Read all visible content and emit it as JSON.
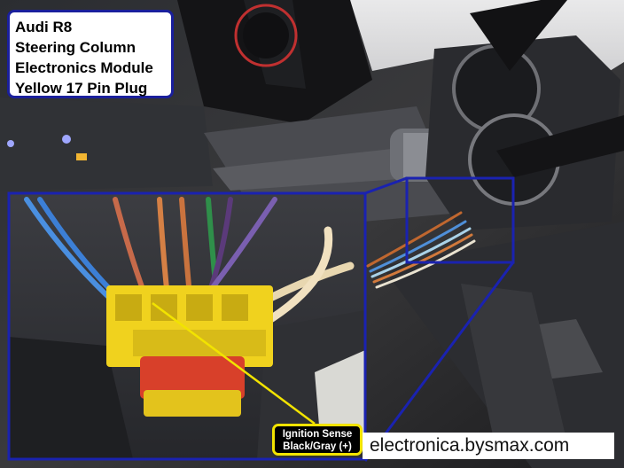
{
  "title_label": {
    "lines": [
      "Audi R8",
      "Steering Column",
      "Electronics Module",
      "Yellow 17 Pin Plug"
    ]
  },
  "callout": {
    "lines": [
      "Ignition Sense",
      "Black/Gray (+)"
    ]
  },
  "watermark": {
    "text": "electronica.bysmax.com"
  },
  "colors": {
    "label_border": "#1a1f9c",
    "callout_border": "#f2e300",
    "inset_border": "#1a22b0",
    "plug_yellow": "#f0d21e",
    "plug_red": "#d8402a"
  }
}
